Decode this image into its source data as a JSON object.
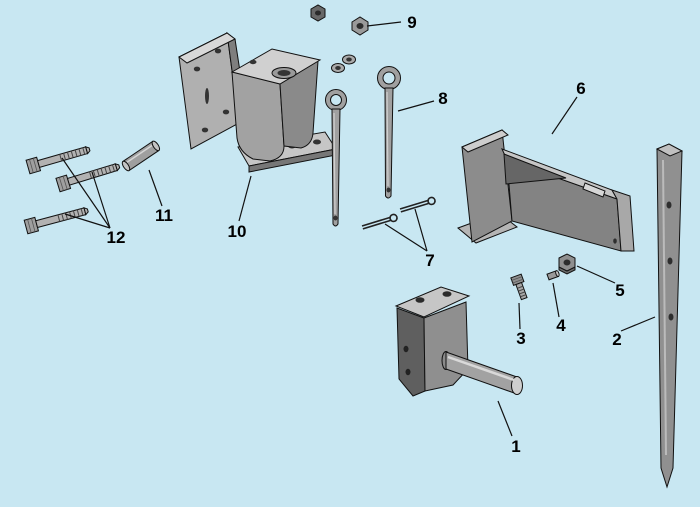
{
  "diagram": {
    "type": "exploded-parts-diagram",
    "background_color": "#c8e7f2",
    "line_color": "#111111",
    "metal_colors": {
      "light": "#d0d0d0",
      "mid": "#9b9b9b",
      "dark": "#5f5f5f"
    },
    "part_labels": [
      {
        "text": "1"
      },
      {
        "text": "2"
      },
      {
        "text": "3"
      },
      {
        "text": "4"
      },
      {
        "text": "5"
      },
      {
        "text": "6"
      },
      {
        "text": "7"
      },
      {
        "text": "8"
      },
      {
        "text": "9"
      },
      {
        "text": "10"
      },
      {
        "text": "11"
      },
      {
        "text": "12"
      }
    ]
  }
}
